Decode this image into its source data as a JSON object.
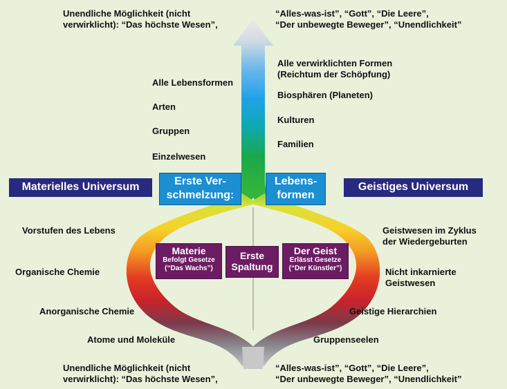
{
  "top": {
    "left": "Unendliche Möglichkeit (nicht verwirklicht): “Das höchste Wesen”,",
    "right": "“Alles-was-ist”, “Gott”, “Die Leere”, “Der unbewegte Beweger”, “Unendlichkeit”"
  },
  "bottom": {
    "left": "Unendliche Möglichkeit (nicht verwirklicht): “Das höchste Wesen”,",
    "right": "“Alles-was-ist”, “Gott”, “Die Leere”, “Der unbewegte Beweger”, “Unendlichkeit”"
  },
  "upper_left": [
    "Alle Lebensformen",
    "Arten",
    "Gruppen",
    "Einzelwesen"
  ],
  "upper_right": [
    "Alle verwirklichten Formen (Reichtum der Schöpfung)",
    "Biosphären (Planeten)",
    "Kulturen",
    "Familien"
  ],
  "banner": {
    "left": "Materielles Universum",
    "right": "Geistiges Universum",
    "center_left": "Erste Verschmelzung:",
    "center_right": "Lebensformen"
  },
  "lower_left": [
    "Vorstufen des Lebens",
    "Organische Chemie",
    "Anorganische Chemie",
    "Atome und Moleküle"
  ],
  "lower_right": [
    "Geistwesen im Zyklus der Wiedergeburten",
    "Nicht inkarnierte Geistwesen",
    "Geistige Hierarchien",
    "Gruppenseelen"
  ],
  "split": {
    "matter_title": "Materie",
    "matter_sub": "Befolgt Gesetze (“Das Wachs”)",
    "center": "Erste Spaltung",
    "spirit_title": "Der Geist",
    "spirit_sub": "Erlässt Gesetze (“Der Künstler”)"
  },
  "colors": {
    "background": "#e9f1da",
    "navy_box": "#272a7e",
    "blue_box": "#1c8ed2",
    "purple_box": "#6c1c62"
  }
}
